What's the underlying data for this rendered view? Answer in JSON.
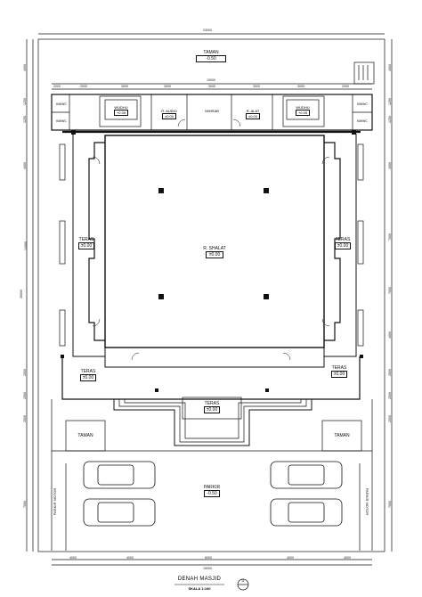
{
  "plan_title": "DENAH MASJID",
  "plan_scale": "SKALA 1:100",
  "north_marker": "U",
  "rooms": {
    "taman_top": {
      "name": "TAMAN",
      "level": "-0.50"
    },
    "wudhu_left": {
      "name": "WUDHU",
      "level": "+0.05"
    },
    "r_audio": {
      "name": "R. AUDIO",
      "level": "±0.00"
    },
    "mihrab": {
      "name": "MIHRAB",
      "level": ""
    },
    "r_alat": {
      "name": "R. ALAT",
      "level": "±0.00"
    },
    "wudhu_right": {
      "name": "WUDHU",
      "level": "+0.05"
    },
    "r_shalat": {
      "name": "R. SHALAT",
      "level": "±0.00"
    },
    "teras_left": {
      "name": "TERAS",
      "level": "±0.00"
    },
    "teras_right": {
      "name": "TERAS",
      "level": "±0.00"
    },
    "teras_bottom_left": {
      "name": "TERAS",
      "level": "±0.00"
    },
    "teras_bottom_right": {
      "name": "TERAS",
      "level": "±0.00"
    },
    "teras_entrance": {
      "name": "TERAS",
      "level": "±0.00"
    },
    "taman_left": {
      "name": "TAMAN"
    },
    "taman_right": {
      "name": "TAMAN"
    },
    "parkir": {
      "name": "PARKIR",
      "level": "-0.50"
    },
    "parkir_motor_left": {
      "name": "PARKIR MOTOR"
    },
    "parkir_motor_right": {
      "name": "PARKIR MOTOR"
    }
  },
  "toilet_labels": {
    "left_top": "KM/WC",
    "left_bottom": "KM/WC",
    "right_top": "KM/WC",
    "right_bottom": "KM/WC"
  },
  "dimensions": {
    "top_total": "23000",
    "top_middle": "15000",
    "top_segments": [
      "2000",
      "2000",
      "3000",
      "3000",
      "3000",
      "3000",
      "3000",
      "2000"
    ],
    "bottom_segments": [
      "4000",
      "4000",
      "6000",
      "4000",
      "4000"
    ],
    "bottom_total": "15000",
    "left_outer_total": "35000",
    "left_segments": [
      "4000",
      "1250",
      "1250",
      "4000",
      "13000",
      "2500",
      "2500",
      "2500",
      "7000"
    ],
    "right_segments": [
      "4000",
      "1250",
      "1250",
      "4000",
      "7000",
      "7000",
      "4000",
      "2500",
      "2500",
      "2500",
      "7000"
    ]
  }
}
